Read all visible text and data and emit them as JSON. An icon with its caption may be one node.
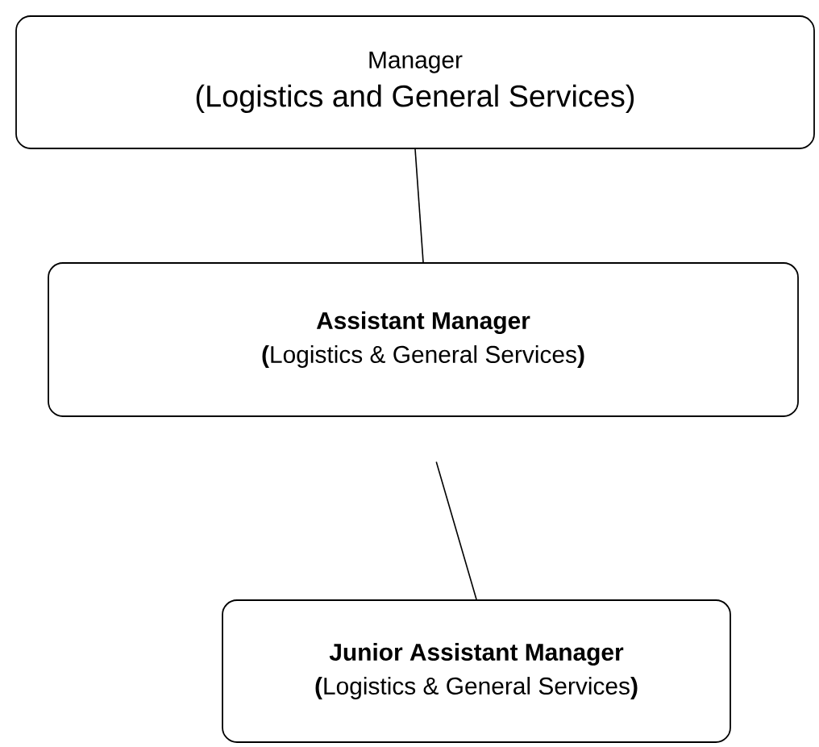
{
  "diagram": {
    "nodes": [
      {
        "text": [
          "Manager",
          "(Logistics and General Services)"
        ]
      },
      {
        "text": [
          "Assistant Manager",
          "**(**Logistics & General Services**)**"
        ]
      },
      {
        "text": [
          "Junior Assistant Manager",
          "**(**Logistics & General Services**)**"
        ]
      }
    ],
    "edges": [
      {
        "from": 0,
        "to": 1,
        "arrow": "none"
      },
      {
        "from": 1,
        "to": 2,
        "arrow": "none"
      }
    ]
  }
}
